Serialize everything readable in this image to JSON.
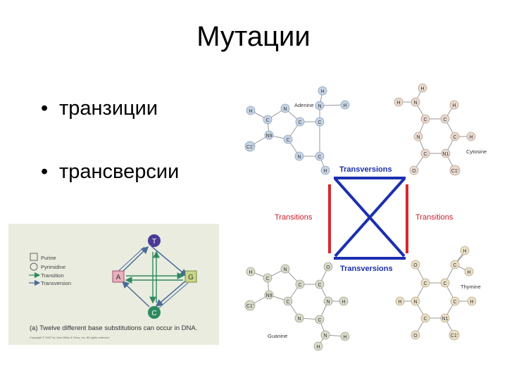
{
  "slide": {
    "title": "Мутации",
    "bullets": [
      "транзиции",
      "трансверсии"
    ]
  },
  "inset": {
    "legend": [
      "Purine",
      "Pyrimidine",
      "Transition",
      "Transversion"
    ],
    "nodes": {
      "top": "T",
      "left": "A",
      "right": "G",
      "bottom": "C"
    },
    "caption": "(a) Twelve different base substitutions can occur in DNA.",
    "copyright": "Copyright © 1997 by John Wiley & Sons, Inc. All rights reserved."
  },
  "scheme": {
    "transversions_top": "Transversions",
    "transversions_bottom": "Transversions",
    "transitions_left": "Transitions",
    "transitions_right": "Transitions",
    "adenine": "Adenine",
    "cytosine": "Cytosine",
    "guanine": "Guanine",
    "thymine": "Thymine"
  },
  "atoms": {
    "H": "H",
    "N": "N",
    "C": "C",
    "O": "O",
    "N9": "N9",
    "N1": "N1",
    "C1": "C1'"
  },
  "colors": {
    "transition_red": "#d8282c",
    "transversion_blue": "#1b2fb0",
    "label_red": "#c8202a",
    "label_blue": "#1a2fa8"
  }
}
